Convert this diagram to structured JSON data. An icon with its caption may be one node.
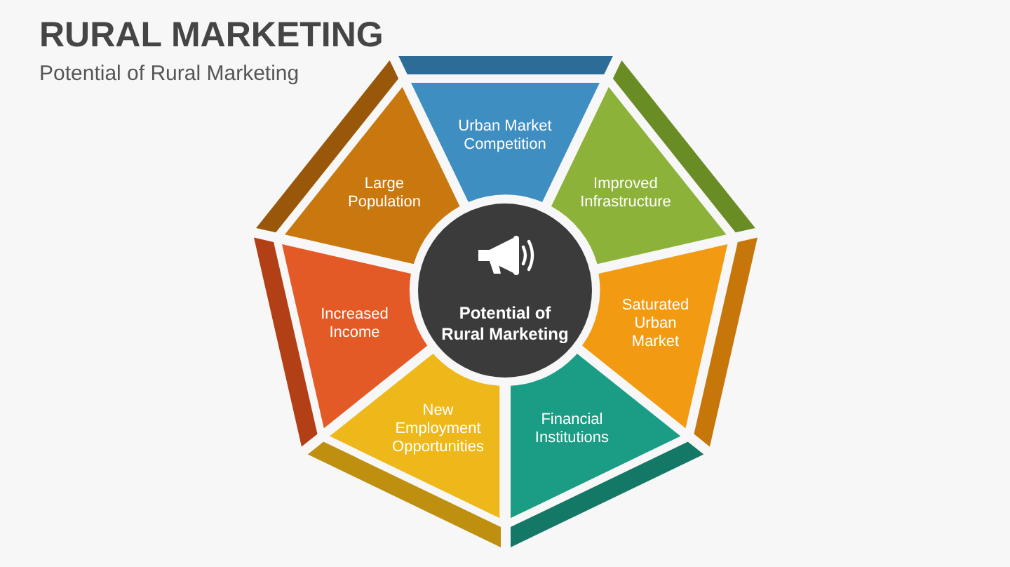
{
  "diagram": {
    "title": "RURAL MARKETING",
    "nodes": [
      {
        "text": [
          "Potential of Rural Marketing"
        ]
      },
      {
        "text": [
          "Urban Market Competition"
        ]
      },
      {
        "text": [
          "Improved Infrastructure"
        ]
      },
      {
        "text": [
          "Saturated Urban Market"
        ]
      },
      {
        "text": [
          "Financial Institutions"
        ]
      },
      {
        "text": [
          "New Employment Opportunities"
        ]
      },
      {
        "text": [
          "Increased Income"
        ]
      },
      {
        "text": [
          "Large Population"
        ]
      }
    ],
    "labels": [
      "Potential of Rural Marketing"
    ]
  }
}
